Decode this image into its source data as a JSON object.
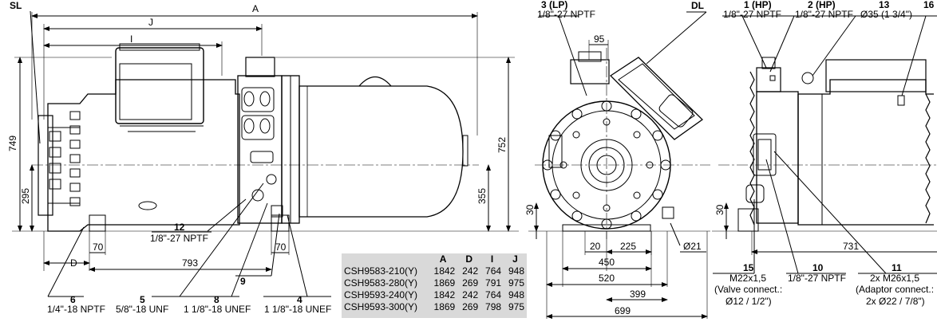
{
  "front_view": {
    "dim_A": "A",
    "dim_J": "J",
    "dim_I": "I",
    "label_SL": "SL",
    "dim_749": "749",
    "dim_295": "295",
    "dim_752": "752",
    "dim_355": "355",
    "dim_70_left": "70",
    "dim_70_right": "70",
    "dim_D": "D",
    "dim_793": "793",
    "callouts": [
      {
        "num": "12",
        "spec": "1/8\"-27 NPTF"
      },
      {
        "num": "9",
        "spec": ""
      },
      {
        "num": "6",
        "spec": "1/4\"-18 NPTF"
      },
      {
        "num": "5",
        "spec": "5/8\"-18 UNF"
      },
      {
        "num": "8",
        "spec": "1 1/8\"-18 UNEF"
      },
      {
        "num": "4",
        "spec": "1 1/8\"-18 UNEF"
      }
    ]
  },
  "table": {
    "headers": [
      "",
      "A",
      "D",
      "I",
      "J"
    ],
    "rows": [
      [
        "CSH9583-210(Y)",
        "1842",
        "242",
        "764",
        "948"
      ],
      [
        "CSH9583-280(Y)",
        "1869",
        "269",
        "791",
        "975"
      ],
      [
        "CSH9593-240(Y)",
        "1842",
        "242",
        "764",
        "948"
      ],
      [
        "CSH9593-300(Y)",
        "1869",
        "269",
        "798",
        "975"
      ]
    ]
  },
  "end_view": {
    "callout_3_num": "3 (LP)",
    "callout_3_spec": "1/8\"-27 NPTF",
    "label_DL": "DL",
    "dim_95": "95",
    "dim_30": "30",
    "dim_20": "20",
    "dim_225": "225",
    "dim_d21": "Ø21",
    "dim_450": "450",
    "dim_520": "520",
    "dim_399": "399",
    "dim_699": "699"
  },
  "side_view": {
    "callout_1_num": "1 (HP)",
    "callout_1_spec": "1/8\"-27 NPTF",
    "callout_2_num": "2 (HP)",
    "callout_2_spec": "1/8\"-27 NPTF",
    "callout_13_num": "13",
    "callout_13_spec": "Ø35 (1 3/4\")",
    "callout_16_num": "16",
    "dim_30": "30",
    "dim_731": "731",
    "callout_15_num": "15",
    "callout_15_l1": "M22x1,5",
    "callout_15_l2": "(Valve connect.:",
    "callout_15_l3": "Ø12 / 1/2\")",
    "callout_10_num": "10",
    "callout_10_spec": "1/8\"-27 NPTF",
    "callout_11_num": "11",
    "callout_11_l1": "2x M26x1,5",
    "callout_11_l2": "(Adaptor connect.:",
    "callout_11_l3": "2x Ø22 / 7/8\")"
  }
}
